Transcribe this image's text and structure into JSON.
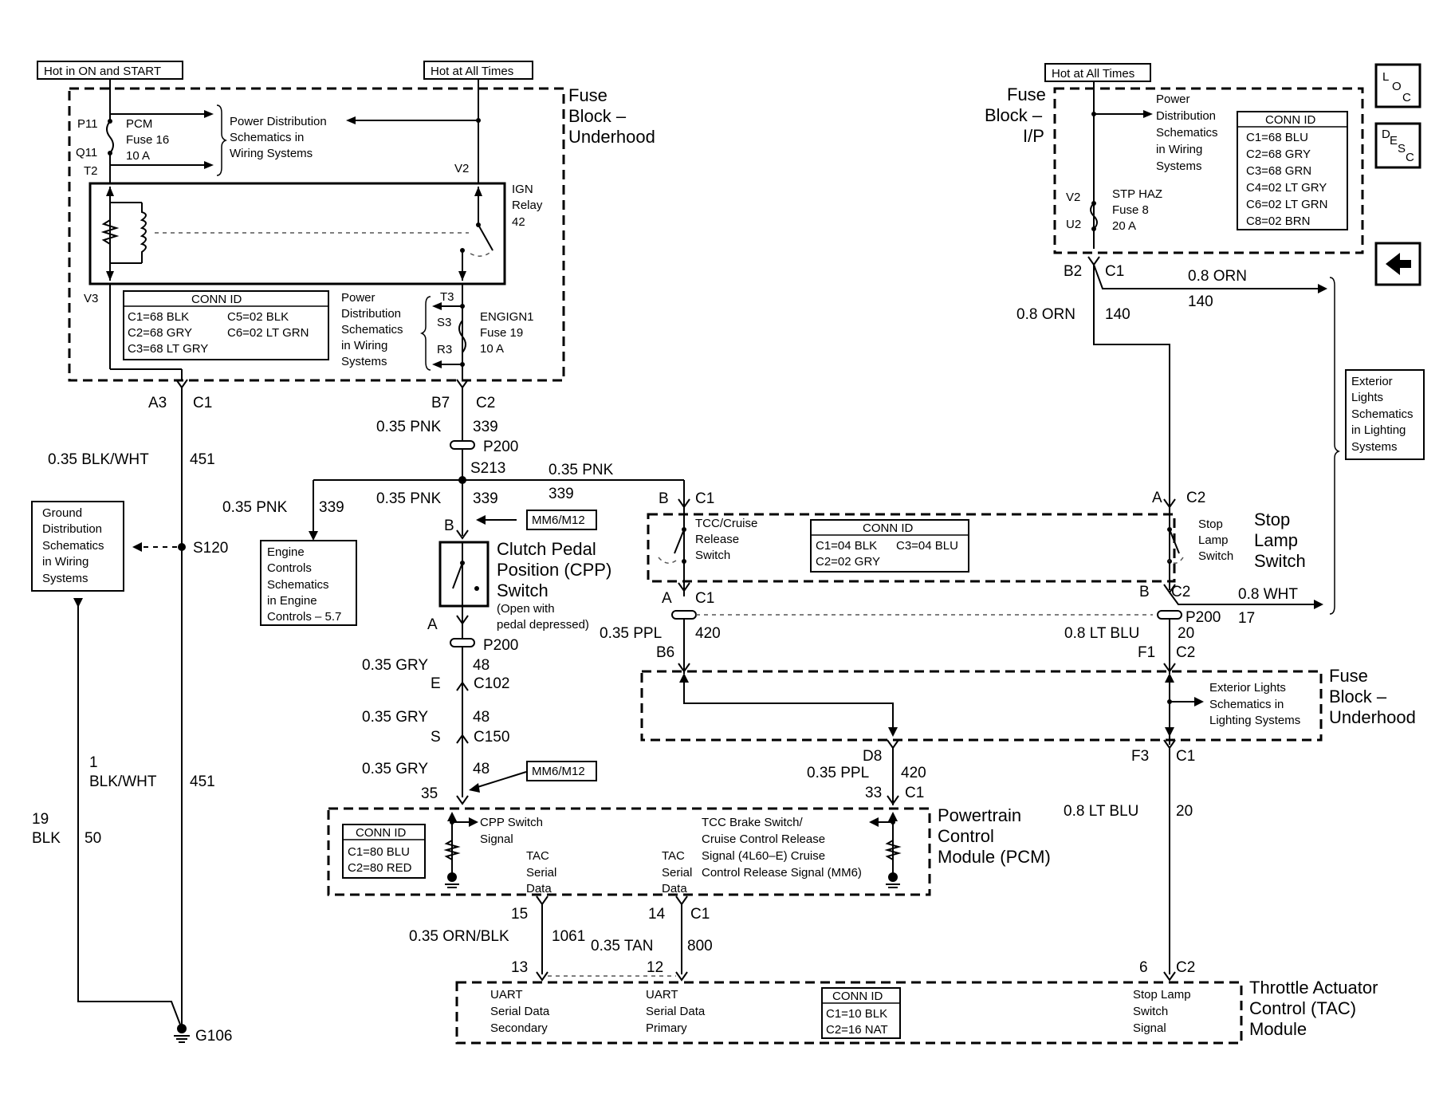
{
  "top": {
    "hot_on_start": "Hot in ON and START",
    "hot_all_times_left": "Hot at All Times",
    "hot_all_times_right": "Hot at All Times"
  },
  "fuse_block_underhood": {
    "title_1": "Fuse",
    "title_2": "Block –",
    "title_3": "Underhood",
    "p11": "P11",
    "q11": "Q11",
    "t2": "T2",
    "v2": "V2",
    "v3": "V3",
    "pcm_1": "PCM",
    "pcm_2": "Fuse 16",
    "pcm_3": "10 A",
    "pd_1": "Power Distribution",
    "pd_2": "Schematics in",
    "pd_3": "Wiring Systems",
    "ign_1": "IGN",
    "ign_2": "Relay",
    "ign_3": "42",
    "conn_title": "CONN ID",
    "conn_c1": "C1=68 BLK",
    "conn_c5": "C5=02 BLK",
    "conn_c2": "C2=68 GRY",
    "conn_c6": "C6=02 LT GRN",
    "conn_c3": "C3=68 LT GRY",
    "pd2_1": "Power",
    "pd2_2": "Distribution",
    "pd2_3": "Schematics",
    "pd2_4": "in Wiring",
    "pd2_5": "Systems",
    "t3": "T3",
    "s3": "S3",
    "r3": "R3",
    "engign_1": "ENGIGN1",
    "engign_2": "Fuse 19",
    "engign_3": "10 A"
  },
  "left_wires": {
    "a3": "A3",
    "c1": "C1",
    "w451_color": "0.35 BLK/WHT",
    "w451": "451",
    "s120": "S120",
    "ground_1": "Ground",
    "ground_2": "Distribution",
    "ground_3": "Schematics",
    "ground_4": "in Wiring",
    "ground_5": "Systems",
    "w1_n": "1",
    "w1_color": "BLK/WHT",
    "w1_451": "451",
    "w19_n": "19",
    "w19_color": "BLK",
    "w19_50": "50",
    "g106": "G106"
  },
  "center_wires": {
    "b7": "B7",
    "c2": "C2",
    "pnk1": "0.35 PNK",
    "n339a": "339",
    "p200a": "P200",
    "s213": "S213",
    "pnk2": "0.35 PNK",
    "n339b": "339",
    "pnk3": "0.35 PNK",
    "n339c": "339",
    "pnk4": "0.35 PNK",
    "n339d": "339",
    "b_label": "B",
    "mm6_a": "MM6/M12",
    "engine_1": "Engine",
    "engine_2": "Controls",
    "engine_3": "Schematics",
    "engine_4": "in Engine",
    "engine_5": "Controls – 5.7",
    "cpp_1": "Clutch Pedal",
    "cpp_2": "Position (CPP)",
    "cpp_3": "Switch",
    "cpp_4": "(Open with",
    "cpp_5": "pedal depressed)",
    "a_label": "A",
    "p200b": "P200",
    "gry1": "0.35 GRY",
    "n48a": "48",
    "e": "E",
    "c102": "C102",
    "gry2": "0.35 GRY",
    "n48b": "48",
    "s": "S",
    "c150": "C150",
    "gry3": "0.35 GRY",
    "n48c": "48",
    "n35": "35",
    "mm6_b": "MM6/M12"
  },
  "tcc": {
    "b": "B",
    "c1": "C1",
    "sw_1": "TCC/Cruise",
    "sw_2": "Release",
    "sw_3": "Switch",
    "conn_title": "CONN ID",
    "conn_c1": "C1=04 BLK",
    "conn_c3": "C3=04 BLU",
    "conn_c2": "C2=02 GRY",
    "a": "A",
    "c1b": "C1",
    "ppl": "0.35 PPL",
    "n420": "420",
    "b6": "B6"
  },
  "stop": {
    "a": "A",
    "c2": "C2",
    "sw_1": "Stop",
    "sw_2": "Lamp",
    "sw_3": "Switch",
    "title_1": "Stop",
    "title_2": "Lamp",
    "title_3": "Switch",
    "b": "B",
    "c2b": "C2",
    "wht": "0.8 WHT",
    "n17": "17",
    "p200": "P200",
    "ltblu": "0.8 LT BLU",
    "n20": "20",
    "f1": "F1",
    "c2c": "C2"
  },
  "fuse_block_ip": {
    "title_1": "Fuse",
    "title_2": "Block –",
    "title_3": "I/P",
    "pd_1": "Power",
    "pd_2": "Distribution",
    "pd_3": "Schematics",
    "pd_4": "in Wiring",
    "pd_5": "Systems",
    "conn_title": "CONN ID",
    "conn": [
      "C1=68 BLU",
      "C2=68 GRY",
      "C3=68 GRN",
      "C4=02 LT GRY",
      "C6=02 LT GRN",
      "C8=02 BRN"
    ],
    "v2": "V2",
    "u2": "U2",
    "stp_1": "STP HAZ",
    "stp_2": "Fuse 8",
    "stp_3": "20 A",
    "b2": "B2",
    "c1": "C1",
    "orn_a": "0.8 ORN",
    "n140a": "140",
    "orn_b": "0.8 ORN",
    "n140b": "140"
  },
  "ext_lights": {
    "l1": "Exterior",
    "l2": "Lights",
    "l3": "Schematics",
    "l4": "in Lighting",
    "l5": "Systems"
  },
  "fuse_block_underhood_2": {
    "title_1": "Fuse",
    "title_2": "Block –",
    "title_3": "Underhood",
    "ext_1": "Exterior Lights",
    "ext_2": "Schematics in",
    "ext_3": "Lighting Systems",
    "d8": "D8",
    "ppl": "0.35 PPL",
    "n420": "420",
    "n33": "33",
    "c1": "C1",
    "f3": "F3",
    "c1b": "C1",
    "ltblu": "0.8 LT BLU",
    "n20": "20"
  },
  "pcm": {
    "title_1": "Powertrain",
    "title_2": "Control",
    "title_3": "Module (PCM)",
    "conn_title": "CONN ID",
    "conn_c1": "C1=80 BLU",
    "conn_c2": "C2=80 RED",
    "cpp_1": "CPP Switch",
    "cpp_2": "Signal",
    "tac1_1": "TAC",
    "tac1_2": "Serial",
    "tac1_3": "Data",
    "tac2_1": "TAC",
    "tac2_2": "Serial",
    "tac2_3": "Data",
    "tcc_1": "TCC Brake Switch/",
    "tcc_2": "Cruise Control Release",
    "tcc_3": "Signal (4L60–E) Cruise",
    "tcc_4": "Control Release Signal (MM6)"
  },
  "tac_wires": {
    "n15": "15",
    "orn": "0.35 ORN/BLK",
    "n1061": "1061",
    "n13": "13",
    "n14": "14",
    "c1": "C1",
    "tan": "0.35 TAN",
    "n800": "800",
    "n12": "12",
    "n6": "6",
    "c2": "C2"
  },
  "tac": {
    "title_1": "Throttle Actuator",
    "title_2": "Control (TAC)",
    "title_3": "Module",
    "u1_1": "UART",
    "u1_2": "Serial Data",
    "u1_3": "Secondary",
    "u2_1": "UART",
    "u2_2": "Serial Data",
    "u2_3": "Primary",
    "conn_title": "CONN ID",
    "conn_c1": "C1=10 BLK",
    "conn_c2": "C2=16 NAT",
    "sl_1": "Stop Lamp",
    "sl_2": "Switch",
    "sl_3": "Signal"
  },
  "nav": {
    "loc_1": "L",
    "loc_2": "O",
    "loc_3": "C",
    "desc_1": "D",
    "desc_2": "E",
    "desc_3": "S",
    "desc_4": "C",
    "back_icon": "arrow-left-icon"
  }
}
